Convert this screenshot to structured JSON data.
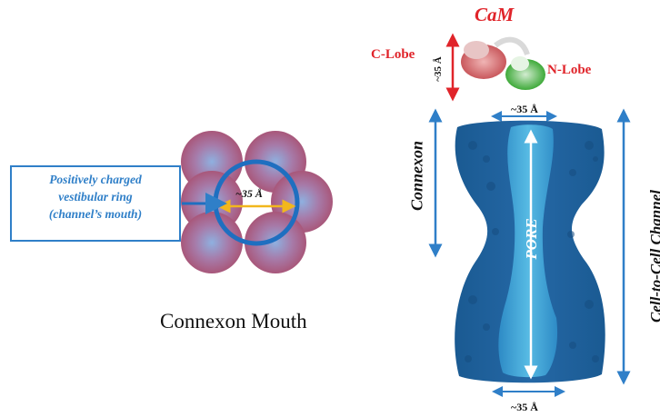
{
  "callout": {
    "line1": "Positively charged",
    "line2": "vestibular ring",
    "line3": "(channel’s mouth)"
  },
  "mouth": {
    "dimension": "~35 Å",
    "caption": "Connexon Mouth"
  },
  "cam": {
    "title": "CaM",
    "c_lobe": "C-Lobe",
    "n_lobe": "N-Lobe",
    "dimension": "~35 Å"
  },
  "channel": {
    "top_dimension": "~35 Å",
    "bottom_dimension": "~35 Å",
    "connexon_label": "Connexon",
    "pore_label": "PORE",
    "channel_label": "Cell-to-Cell Channel"
  },
  "colors": {
    "callout_blue": "#2f7fc8",
    "ring_blue": "#1f6fc0",
    "sphere_mauve": "#a8607f",
    "sphere_center": "#8aa8d8",
    "yellow_arrow": "#f2b71d",
    "label_red": "#e0242a",
    "channel_dark": "#1f5d96",
    "channel_light": "#4bb6e3"
  }
}
